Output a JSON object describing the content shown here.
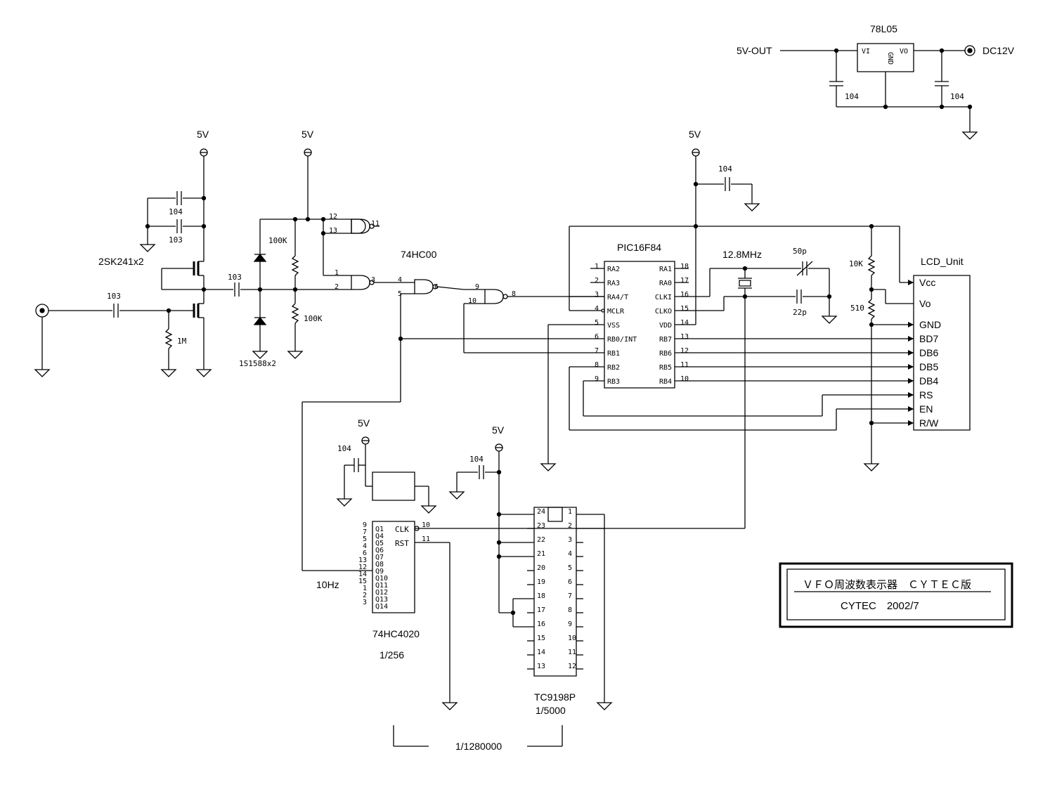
{
  "regulator": {
    "name": "78L05",
    "pin_vi": "VI",
    "pin_gnd": "GND",
    "pin_vo": "VO",
    "out_label": "5V-OUT",
    "in_label": "DC12V",
    "cap1": "104",
    "cap2": "104"
  },
  "supply": {
    "v1": "5V",
    "v2": "5V",
    "v3": "5V",
    "v4": "5V",
    "v5": "5V"
  },
  "input_stage": {
    "cap_a": "104",
    "cap_b": "103",
    "fet": "2SK241x2",
    "cap_in": "103",
    "res_in": "1M",
    "cap_couple": "103",
    "res_a": "100K",
    "res_b": "100K",
    "diodes": "1S1588x2"
  },
  "nand": {
    "name": "74HC00",
    "p12": "12",
    "p13": "13",
    "p11": "11",
    "p1": "1",
    "p2": "2",
    "p3": "3",
    "p4": "4",
    "p5": "5",
    "p6": "6",
    "p9": "9",
    "p10": "10",
    "p8": "8"
  },
  "pic": {
    "name": "PIC16F84",
    "cap": "104",
    "left": [
      {
        "num": "1",
        "name": "RA2"
      },
      {
        "num": "2",
        "name": "RA3"
      },
      {
        "num": "3",
        "name": "RA4/T"
      },
      {
        "num": "4",
        "name": "MCLR"
      },
      {
        "num": "5",
        "name": "VSS"
      },
      {
        "num": "6",
        "name": "RB0/INT"
      },
      {
        "num": "7",
        "name": "RB1"
      },
      {
        "num": "8",
        "name": "RB2"
      },
      {
        "num": "9",
        "name": "RB3"
      }
    ],
    "right": [
      {
        "num": "18",
        "name": "RA1"
      },
      {
        "num": "17",
        "name": "RA0"
      },
      {
        "num": "16",
        "name": "CLKI"
      },
      {
        "num": "15",
        "name": "CLKO"
      },
      {
        "num": "14",
        "name": "VDD"
      },
      {
        "num": "13",
        "name": "RB7"
      },
      {
        "num": "12",
        "name": "RB6"
      },
      {
        "num": "11",
        "name": "RB5"
      },
      {
        "num": "10",
        "name": "RB4"
      }
    ]
  },
  "crystal": {
    "freq": "12.8MHz",
    "trimmer": "50p",
    "cap": "22p"
  },
  "lcd": {
    "name": "LCD_Unit",
    "r1": "10K",
    "r2": "510",
    "pins": [
      "Vcc",
      "Vo",
      "GND",
      "BD7",
      "DB6",
      "DB5",
      "DB4",
      "RS",
      "EN",
      "R/W"
    ]
  },
  "counter": {
    "name": "74HC4020",
    "ratio": "1/256",
    "cap": "104",
    "in_label": "10Hz",
    "clk": "CLK",
    "rst": "RST",
    "p10": "10",
    "p11": "11",
    "left_nums": [
      "9",
      "7",
      "5",
      "4",
      "6",
      "13",
      "12",
      "14",
      "15",
      "1",
      "2",
      "3"
    ],
    "outputs": [
      "Q1",
      "Q4",
      "Q5",
      "Q6",
      "Q7",
      "Q8",
      "Q9",
      "Q10",
      "Q11",
      "Q12",
      "Q13",
      "Q14"
    ]
  },
  "divider": {
    "name": "TC9198P",
    "ratio": "1/5000",
    "cap": "104",
    "left_pins": [
      "24",
      "23",
      "22",
      "21",
      "20",
      "19",
      "18",
      "17",
      "16",
      "15",
      "14",
      "13"
    ],
    "right_pins": [
      "1",
      "2",
      "3",
      "4",
      "5",
      "6",
      "7",
      "8",
      "9",
      "10",
      "11",
      "12"
    ]
  },
  "total": "1/1280000",
  "title": {
    "main": "ＶＦＯ周波数表示器　ＣＹＴＥＣ版",
    "sub": "CYTEC　2002/7"
  }
}
